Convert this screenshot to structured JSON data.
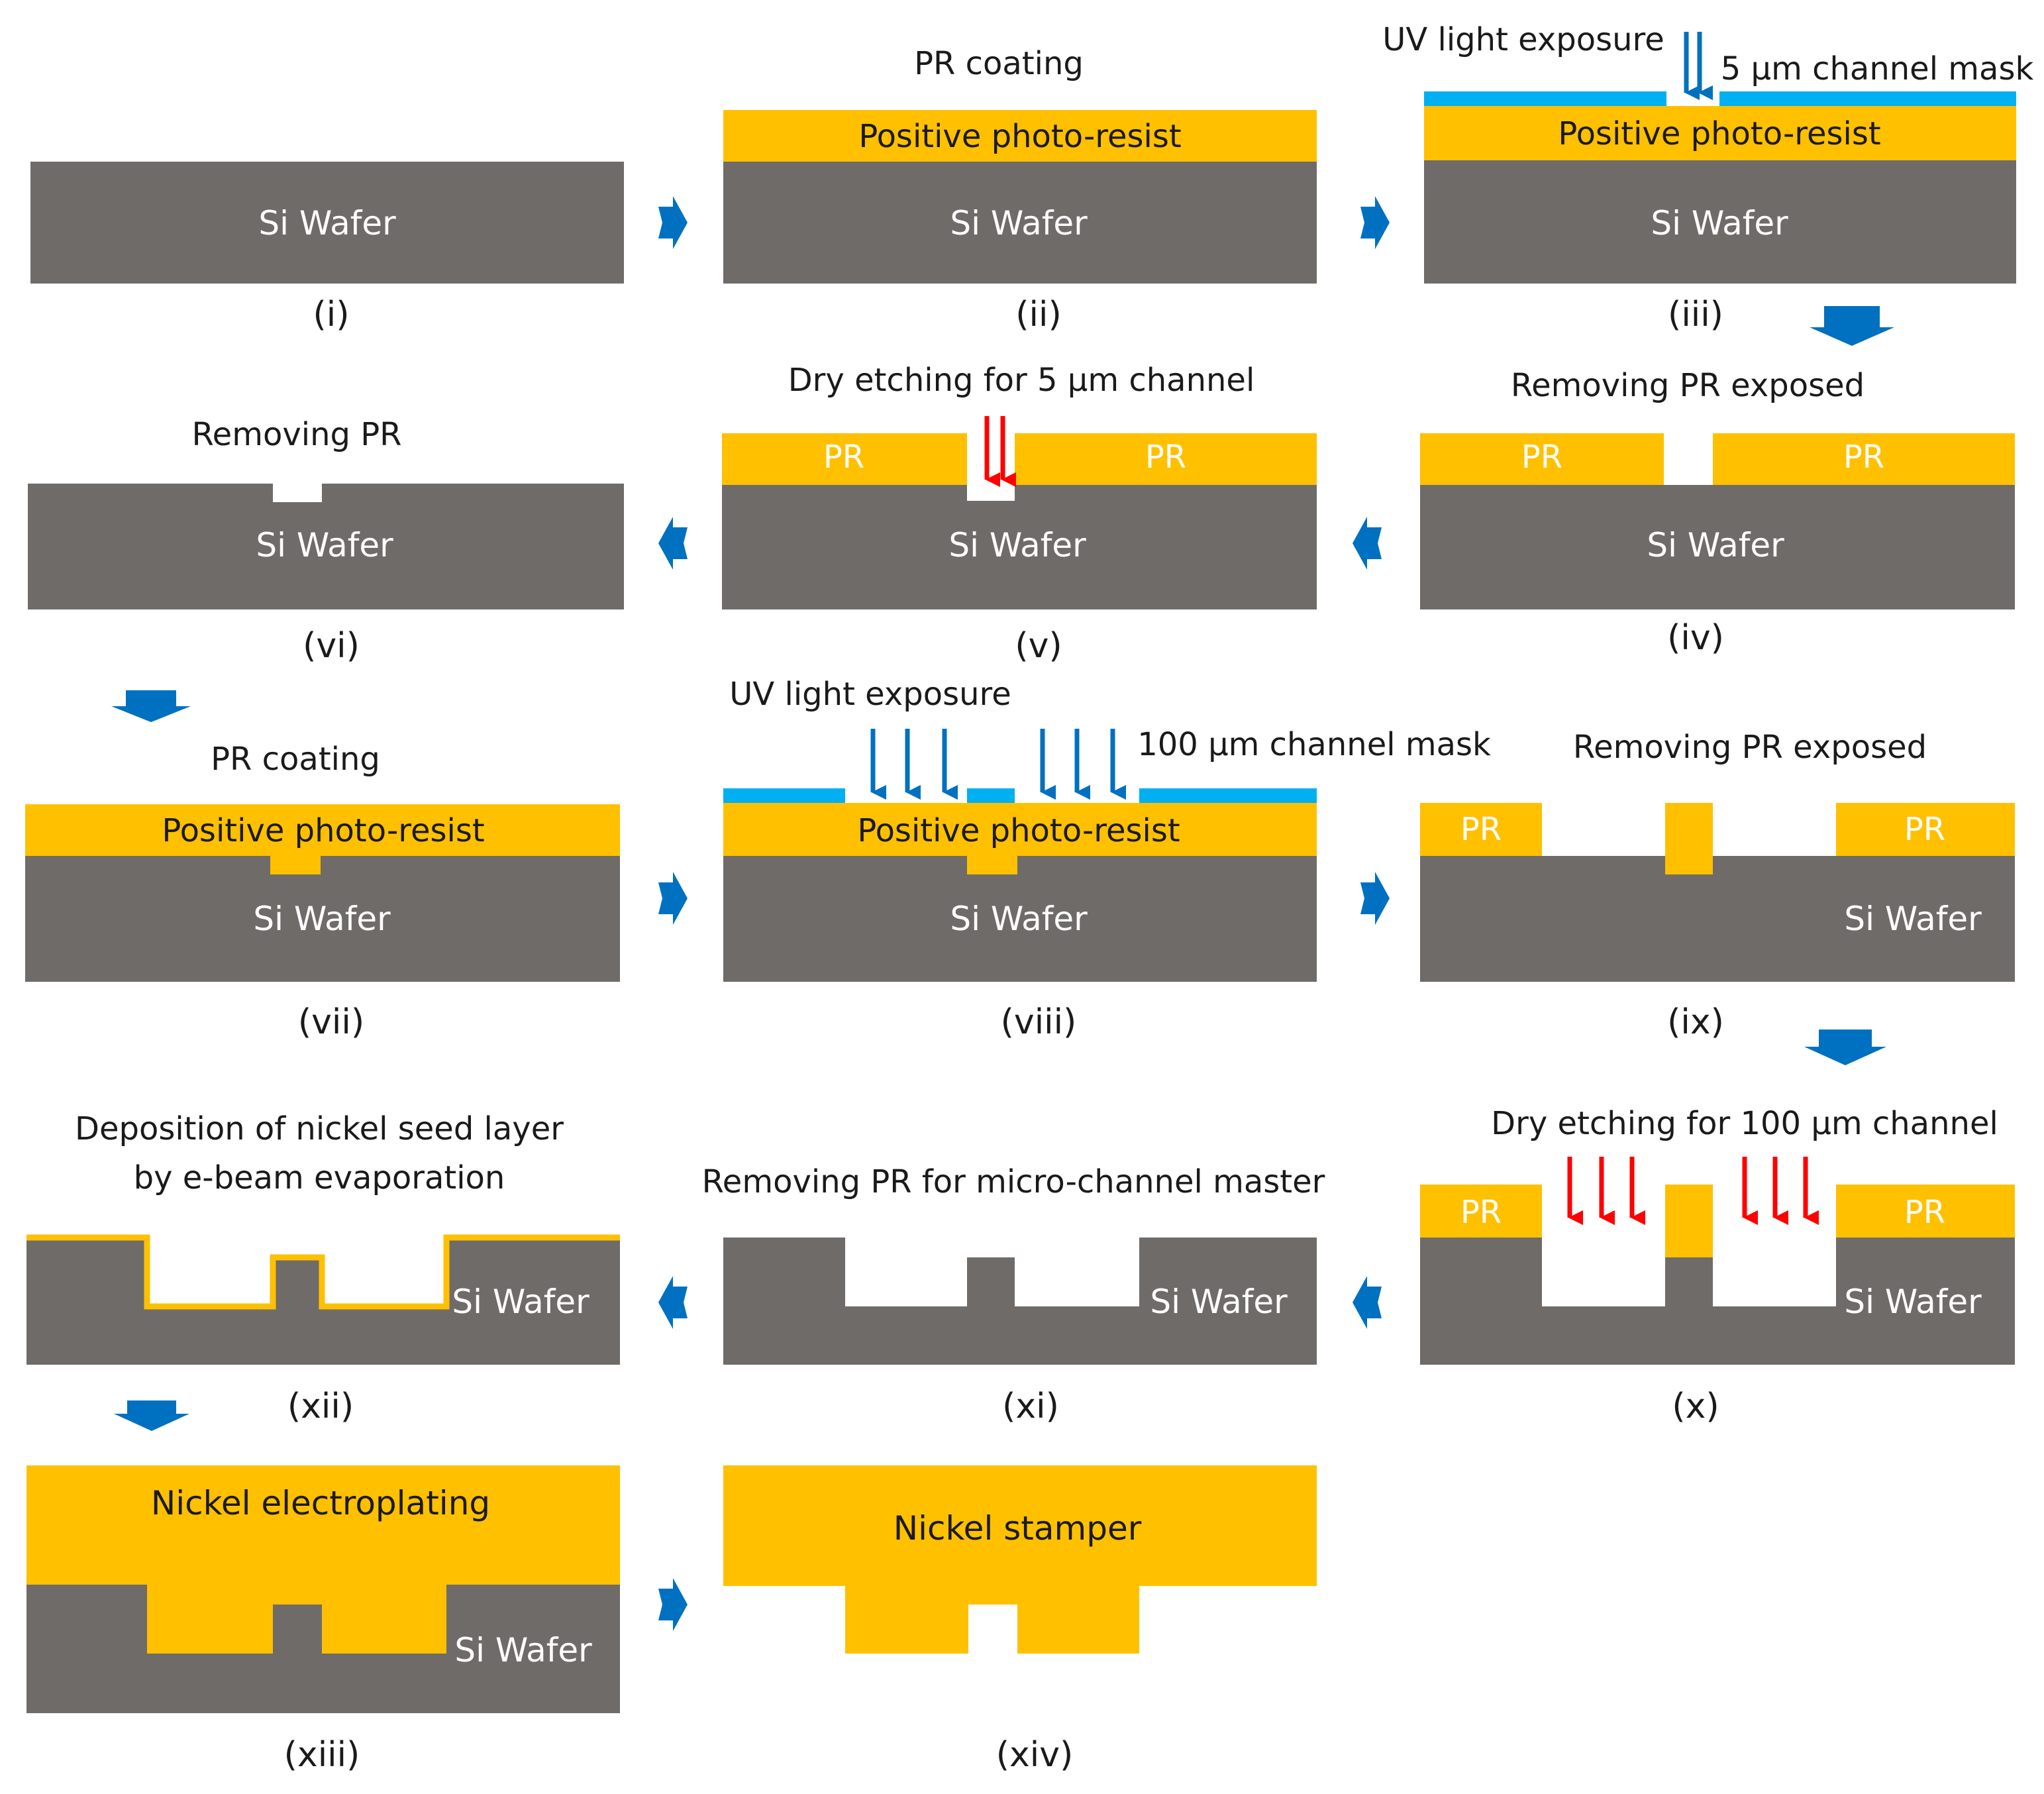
{
  "colors": {
    "wafer": "#6f6b69",
    "resist": "#ffc000",
    "mask": "#00b0f0",
    "process_arrow": "#0070c0",
    "uv_arrow": "#0070c0",
    "etch_arrow": "#ff0000",
    "text_dark": "#1a1a1a",
    "text_light": "#ffffff"
  },
  "labels": {
    "si_wafer": "Si Wafer",
    "positive_photo_resist": "Positive photo-resist",
    "pr": "PR",
    "nickel_electroplating": "Nickel electroplating",
    "nickel_stamper": "Nickel stamper"
  },
  "annotations": {
    "pr_coating": "PR coating",
    "uv_light_exposure": "UV light exposure",
    "mask_5um": "5 μm channel mask",
    "removing_pr_exposed": "Removing PR exposed",
    "dry_etching_5um": "Dry etching for 5 μm channel",
    "removing_pr": "Removing PR",
    "mask_100um": "100 μm channel mask",
    "dry_etching_100um": "Dry etching for 100 μm channel",
    "removing_pr_master": "Removing PR for micro-channel master",
    "deposition_line1": "Deposition of nickel seed layer",
    "deposition_line2": "by e-beam evaporation"
  },
  "steps": [
    {
      "id": "i",
      "label": "(i)"
    },
    {
      "id": "ii",
      "label": "(ii)"
    },
    {
      "id": "iii",
      "label": "(iii)"
    },
    {
      "id": "iv",
      "label": "(iv)"
    },
    {
      "id": "v",
      "label": "(v)"
    },
    {
      "id": "vi",
      "label": "(vi)"
    },
    {
      "id": "vii",
      "label": "(vii)"
    },
    {
      "id": "viii",
      "label": "(viii)"
    },
    {
      "id": "ix",
      "label": "(ix)"
    },
    {
      "id": "x",
      "label": "(x)"
    },
    {
      "id": "xi",
      "label": "(xi)"
    },
    {
      "id": "xii",
      "label": "(xii)"
    },
    {
      "id": "xiii",
      "label": "(xiii)"
    },
    {
      "id": "xiv",
      "label": "(xiv)"
    }
  ],
  "icons": {
    "process_arrow": "block-arrow-icon",
    "uv_arrow": "down-arrow-icon",
    "etch_arrow": "down-arrow-icon"
  }
}
